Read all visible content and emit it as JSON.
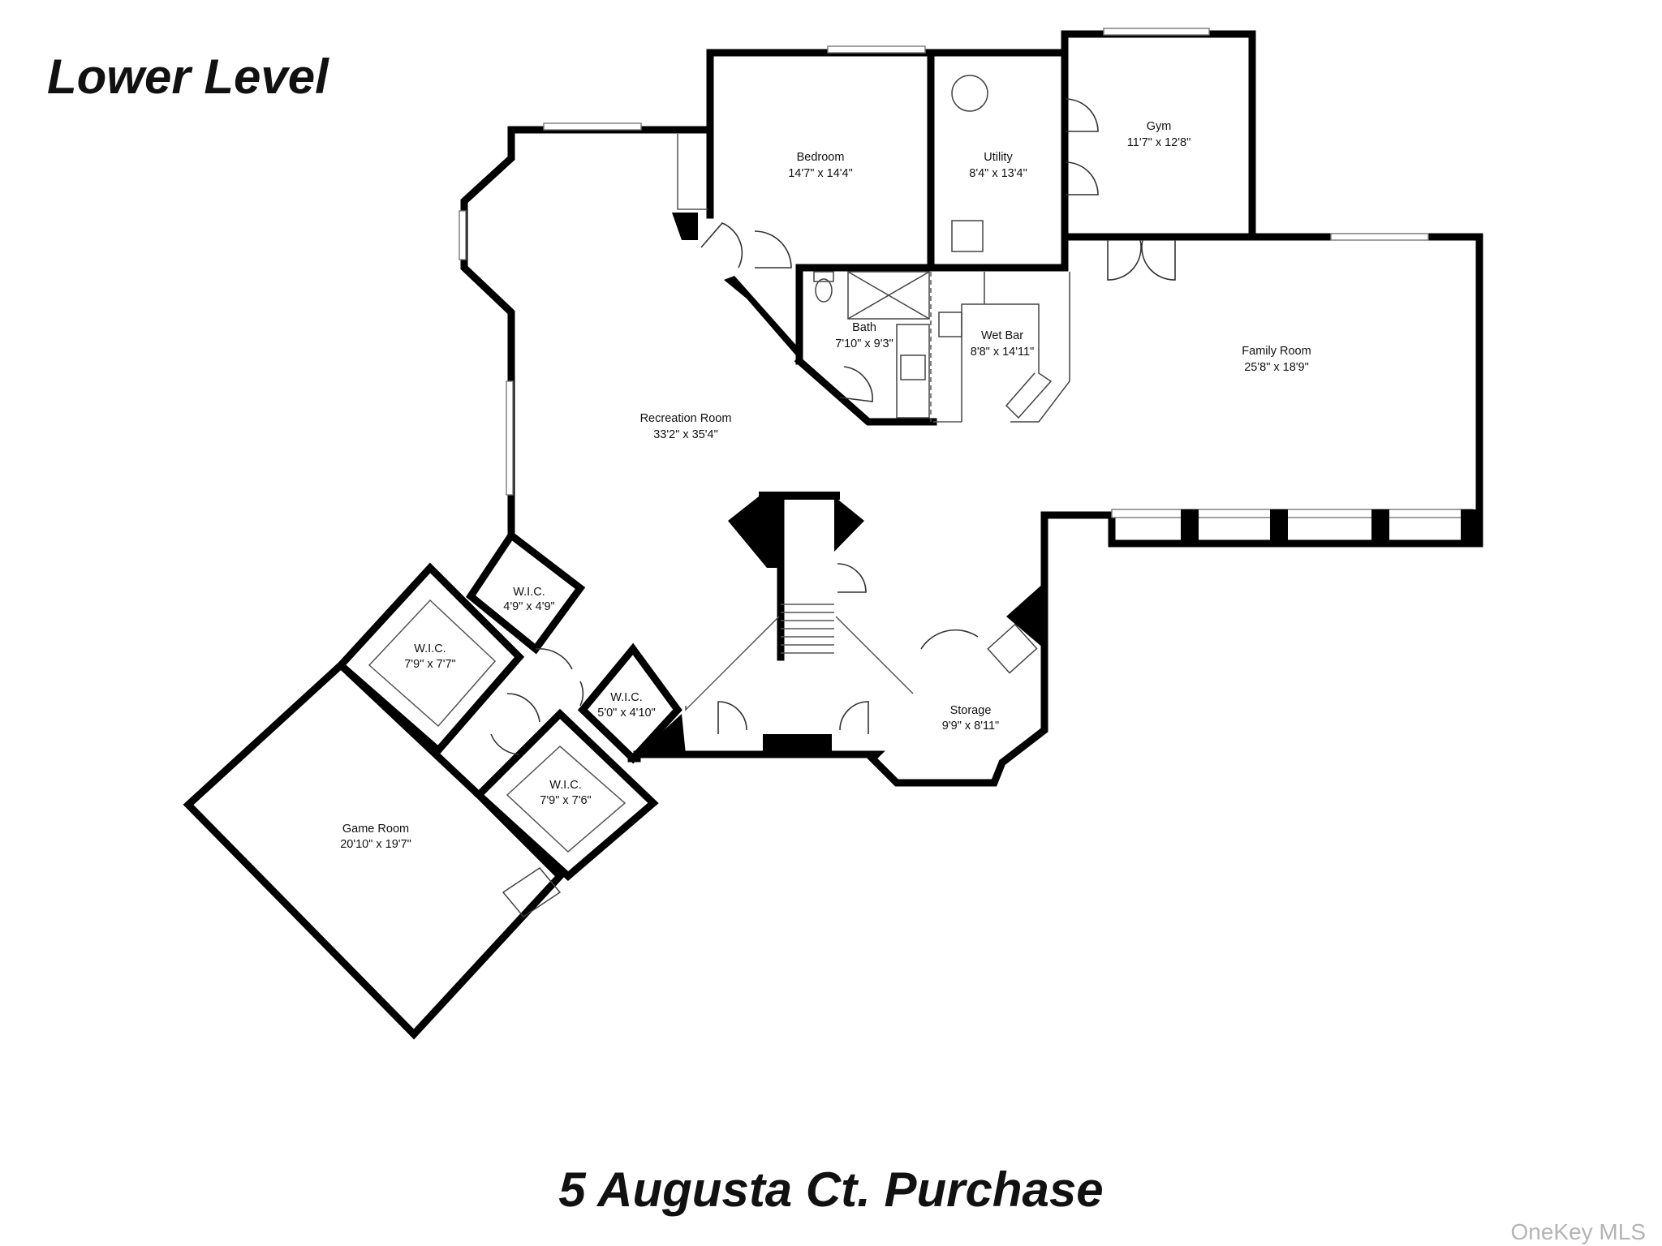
{
  "level_title": "Lower Level",
  "address": "5 Augusta Ct. Purchase",
  "watermark": "OneKey MLS",
  "rooms": {
    "bedroom": {
      "name": "Bedroom",
      "dims": "14'7\" x 14'4\""
    },
    "utility": {
      "name": "Utility",
      "dims": "8'4\" x 13'4\""
    },
    "gym": {
      "name": "Gym",
      "dims": "11'7\" x 12'8\""
    },
    "bath": {
      "name": "Bath",
      "dims": "7'10\" x 9'3\""
    },
    "wet_bar": {
      "name": "Wet Bar",
      "dims": "8'8\" x 14'11\""
    },
    "family_room": {
      "name": "Family Room",
      "dims": "25'8\" x 18'9\""
    },
    "recreation_room": {
      "name": "Recreation Room",
      "dims": "33'2\" x 35'4\""
    },
    "wic_1": {
      "name": "W.I.C.",
      "dims": "4'9\" x 4'9\""
    },
    "wic_2": {
      "name": "W.I.C.",
      "dims": "7'9\" x 7'7\""
    },
    "wic_3": {
      "name": "W.I.C.",
      "dims": "5'0\" x 4'10\""
    },
    "wic_4": {
      "name": "W.I.C.",
      "dims": "7'9\" x 7'6\""
    },
    "storage": {
      "name": "Storage",
      "dims": "9'9\" x 8'11\""
    },
    "game_room": {
      "name": "Game Room",
      "dims": "20'10\" x 19'7\""
    }
  }
}
